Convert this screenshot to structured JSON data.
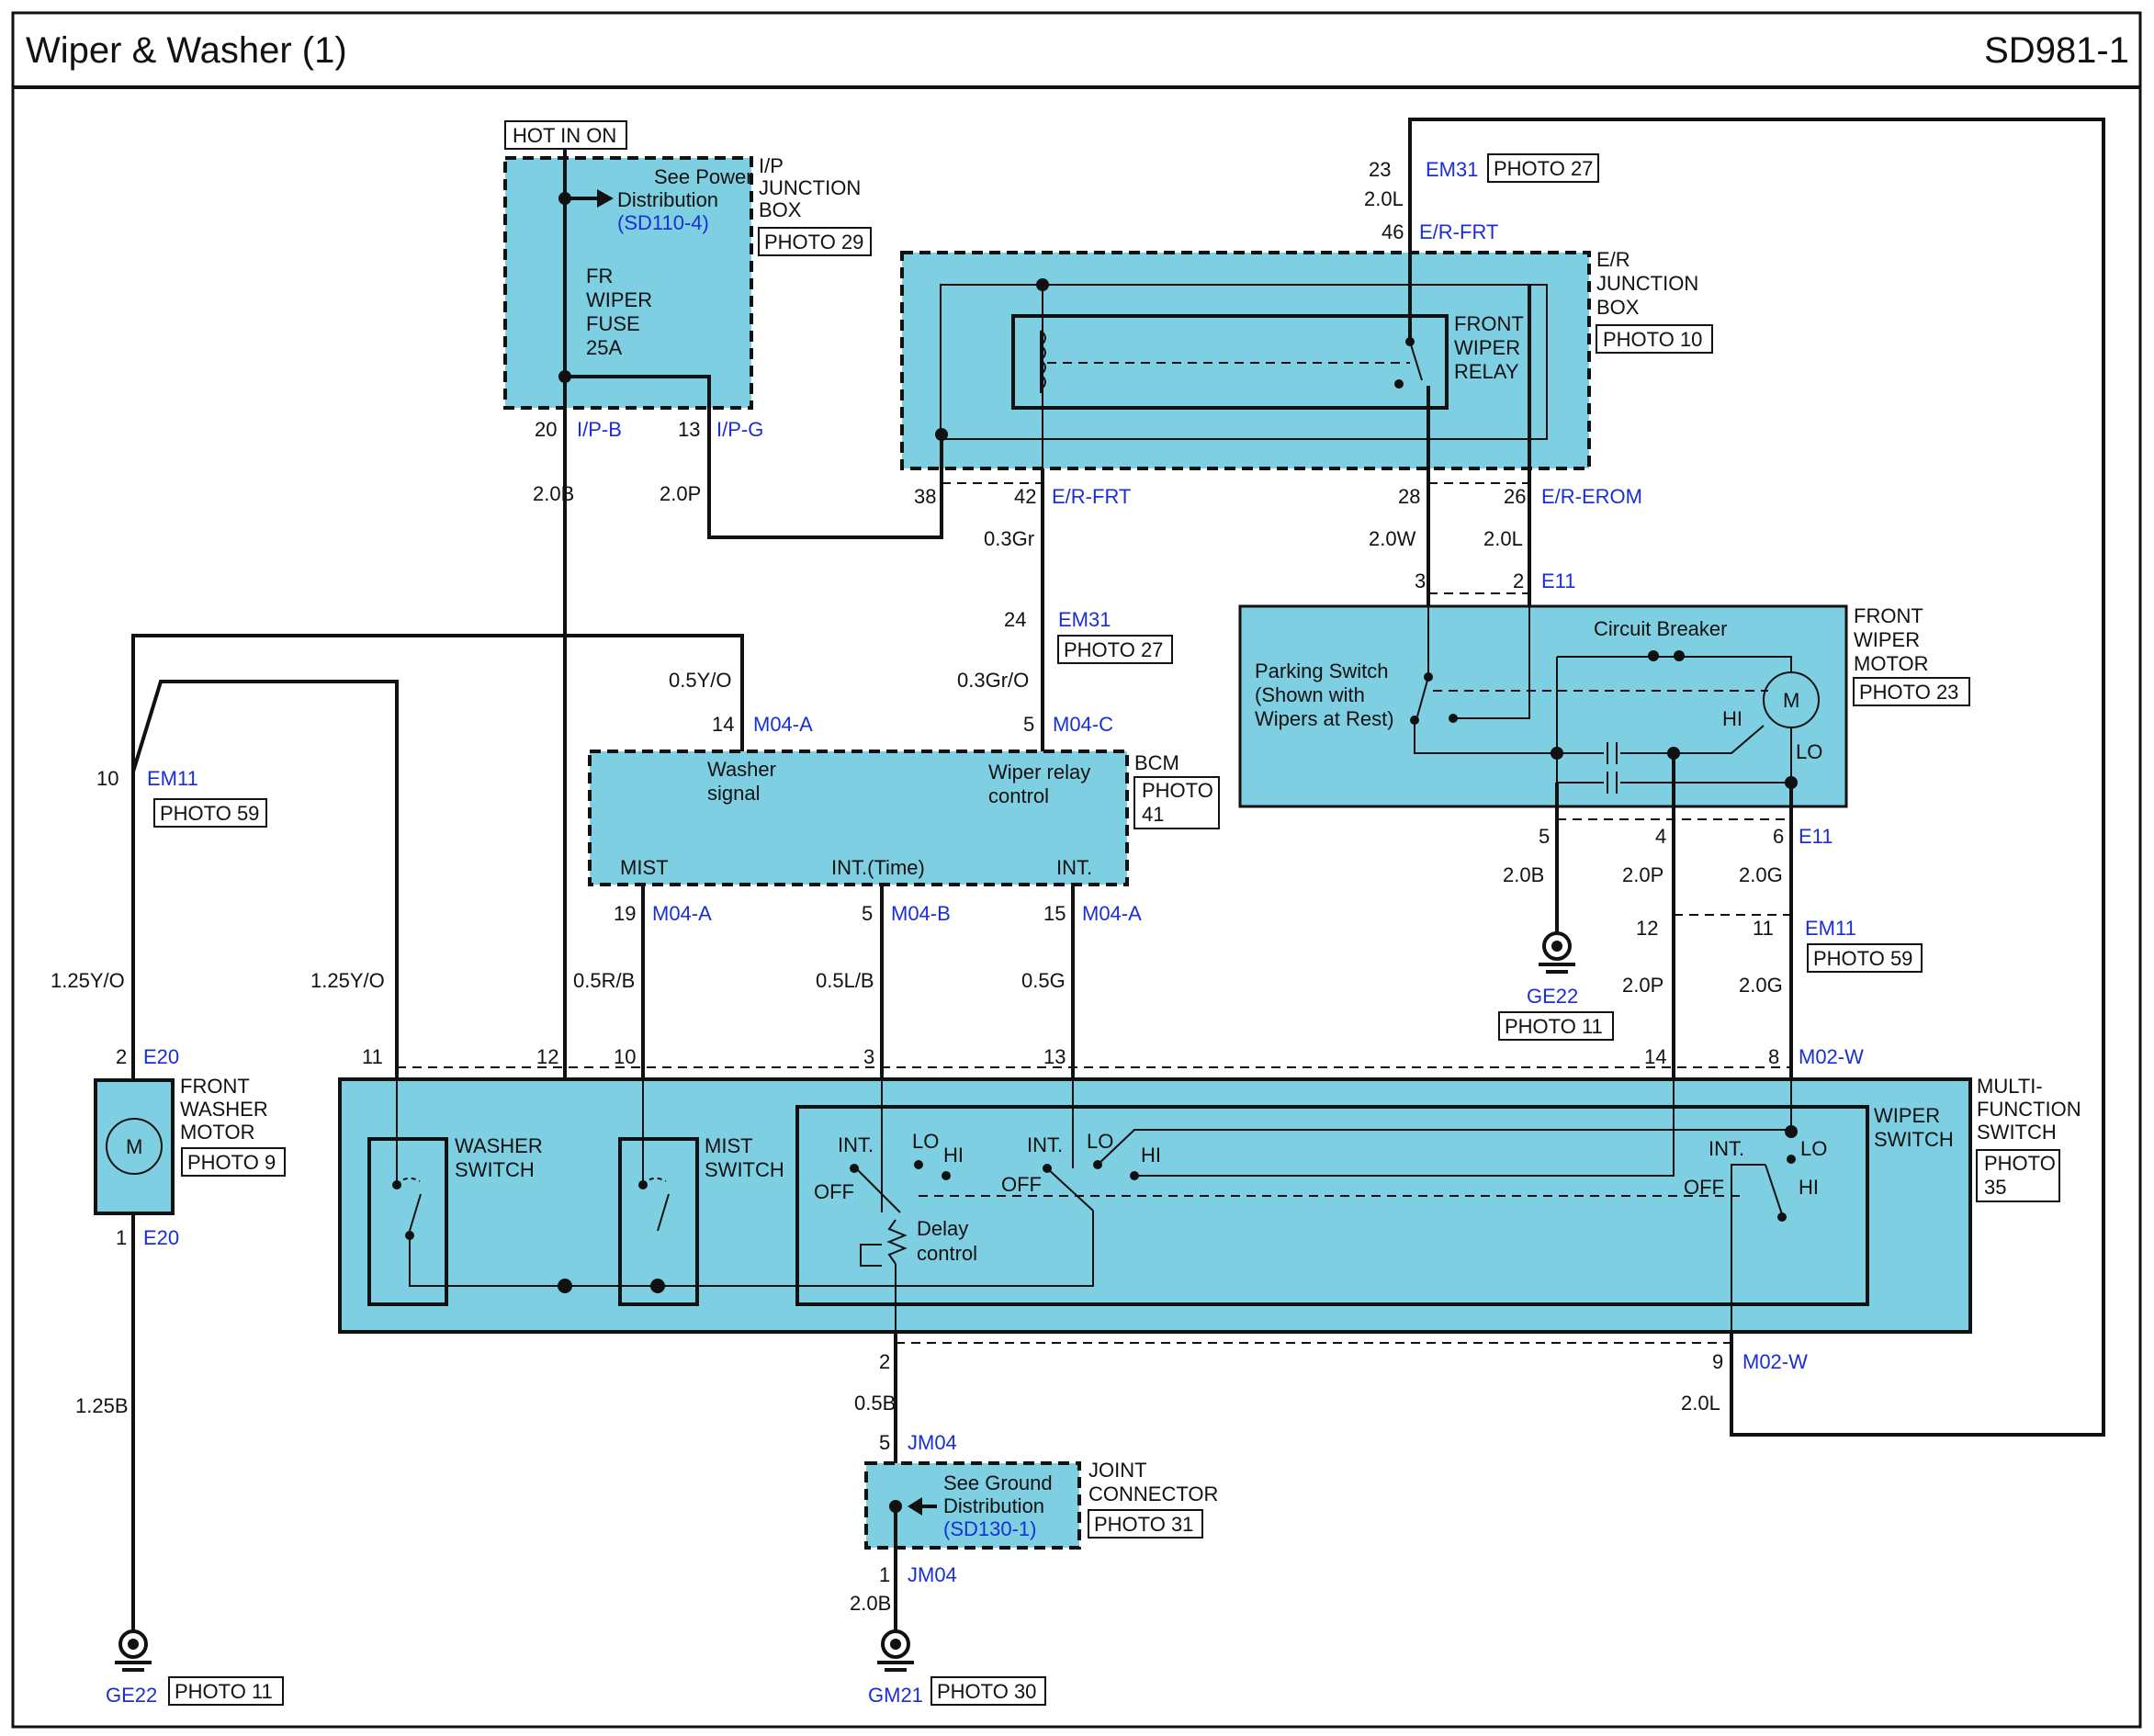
{
  "header": {
    "title": "Wiper & Washer (1)",
    "code": "SD981-1"
  },
  "ip_box": {
    "hot": "HOT IN ON",
    "name": [
      "I/P",
      "JUNCTION",
      "BOX"
    ],
    "photo": "PHOTO 29",
    "note": [
      "See Power",
      "Distribution"
    ],
    "ref": "(SD110-4)",
    "fuse": [
      "FR",
      "WIPER",
      "FUSE",
      "25A"
    ],
    "pin_a": "20",
    "conn_a": "I/P-B",
    "pin_b": "13",
    "conn_b": "I/P-G"
  },
  "er_box": {
    "name": [
      "E/R",
      "JUNCTION",
      "BOX"
    ],
    "photo": "PHOTO 10",
    "relay": [
      "FRONT",
      "WIPER",
      "RELAY"
    ],
    "top_pin": "46",
    "top_conn": "E/R-FRT",
    "pin_38": "38",
    "pin_42": "42",
    "conn_42": "E/R-FRT",
    "pin_28": "28",
    "pin_26": "26",
    "conn_26": "E/R-EROM"
  },
  "em31_top": {
    "pin": "23",
    "conn": "EM31",
    "photo": "PHOTO 27",
    "wire": "2.0L"
  },
  "em31_mid": {
    "pin": "24",
    "conn": "EM31",
    "photo": "PHOTO 27"
  },
  "bcm": {
    "name": "BCM",
    "photo": [
      "PHOTO",
      "41"
    ],
    "washer": [
      "Washer",
      "signal"
    ],
    "relay_ctrl": [
      "Wiper relay",
      "control"
    ],
    "mist": "MIST",
    "int_time": "INT.(Time)",
    "int": "INT.",
    "pin14": "14",
    "conn14": "M04-A",
    "pin5c": "5",
    "conn5c": "M04-C",
    "pin19": "19",
    "conn19": "M04-A",
    "pin5b": "5",
    "conn5b": "M04-B",
    "pin15": "15",
    "conn15": "M04-A"
  },
  "wiper_motor": {
    "name": [
      "FRONT",
      "WIPER",
      "MOTOR"
    ],
    "photo": "PHOTO 23",
    "breaker": "Circuit Breaker",
    "parking": [
      "Parking Switch",
      "(Shown with",
      "Wipers at Rest)"
    ],
    "hi": "HI",
    "lo": "LO",
    "m": "M",
    "pin3": "3",
    "pin2": "2",
    "conn_top": "E11",
    "pin5": "5",
    "pin4": "4",
    "pin6": "6",
    "conn_bot": "E11"
  },
  "em11_right": {
    "pin12": "12",
    "pin11": "11",
    "conn": "EM11",
    "photo": "PHOTO 59"
  },
  "ge22_right": {
    "name": "GE22",
    "photo": "PHOTO 11"
  },
  "em11_left": {
    "pin": "10",
    "conn": "EM11",
    "photo": "PHOTO 59"
  },
  "washer_motor": {
    "name": [
      "FRONT",
      "WASHER",
      "MOTOR"
    ],
    "photo": "PHOTO 9",
    "m": "M",
    "pin2": "2",
    "conn2": "E20",
    "pin1": "1",
    "conn1": "E20"
  },
  "ge22_left": {
    "name": "GE22",
    "photo": "PHOTO 11"
  },
  "mfs": {
    "name": [
      "MULTI-",
      "FUNCTION",
      "SWITCH"
    ],
    "photo": [
      "PHOTO",
      "35"
    ],
    "washer_sw": [
      "WASHER",
      "SWITCH"
    ],
    "mist_sw": [
      "MIST",
      "SWITCH"
    ],
    "wiper_sw": [
      "WIPER",
      "SWITCH"
    ],
    "int": "INT.",
    "lo": "LO",
    "hi": "HI",
    "off": "OFF",
    "delay": [
      "Delay",
      "control"
    ],
    "pins_top": [
      "11",
      "12",
      "10",
      "3",
      "13",
      "14",
      "8"
    ],
    "conn_top": "M02-W",
    "pin2": "2",
    "pin9": "9",
    "conn9": "M02-W"
  },
  "joint": {
    "name": [
      "JOINT",
      "CONNECTOR"
    ],
    "photo": "PHOTO 31",
    "note": [
      "See Ground",
      "Distribution"
    ],
    "ref": "(SD130-1)",
    "pin5": "5",
    "conn5": "JM04",
    "pin1": "1",
    "conn1": "JM04"
  },
  "gm21": {
    "name": "GM21",
    "photo": "PHOTO 30"
  },
  "wires": {
    "w20b": "2.0B",
    "w20p": "2.0P",
    "w03gr": "0.3Gr",
    "w03gro": "0.3Gr/O",
    "w05yo": "0.5Y/O",
    "w20w": "2.0W",
    "w20l": "2.0L",
    "w20b_m": "2.0B",
    "w20p_m": "2.0P",
    "w20g_m": "2.0G",
    "w20p_l": "2.0P",
    "w20g_l": "2.0G",
    "w125yo_a": "1.25Y/O",
    "w125yo_b": "1.25Y/O",
    "w05rb": "0.5R/B",
    "w05lb": "0.5L/B",
    "w05g": "0.5G",
    "w125b": "1.25B",
    "w05b": "0.5B",
    "w20l_bot": "2.0L",
    "w20b_bot": "2.0B"
  }
}
